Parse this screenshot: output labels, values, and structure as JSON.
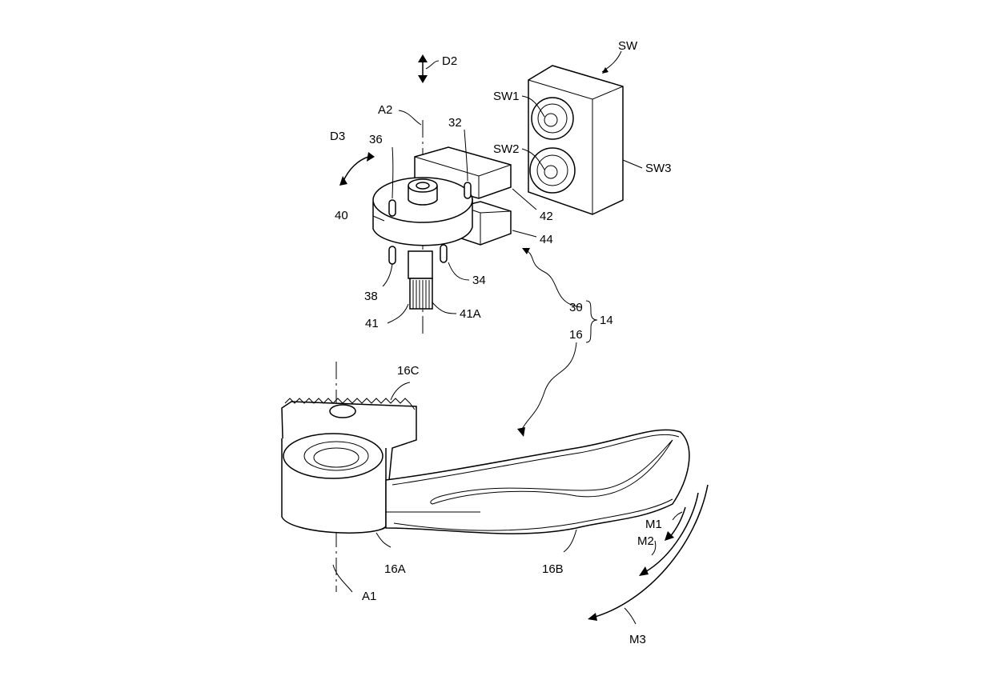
{
  "figure": {
    "labels": {
      "d2": "D2",
      "sw": "SW",
      "a2": "A2",
      "n32": "32",
      "sw1": "SW1",
      "d3": "D3",
      "n36": "36",
      "sw2": "SW2",
      "sw3": "SW3",
      "n40": "40",
      "n42": "42",
      "n44": "44",
      "n38": "38",
      "n34": "34",
      "n41": "41",
      "n41a": "41A",
      "n30": "30",
      "n14": "14",
      "n16": "16",
      "n16c": "16C",
      "n16a": "16A",
      "n16b": "16B",
      "m1": "M1",
      "m2": "M2",
      "m3": "M3",
      "a1": "A1"
    }
  }
}
